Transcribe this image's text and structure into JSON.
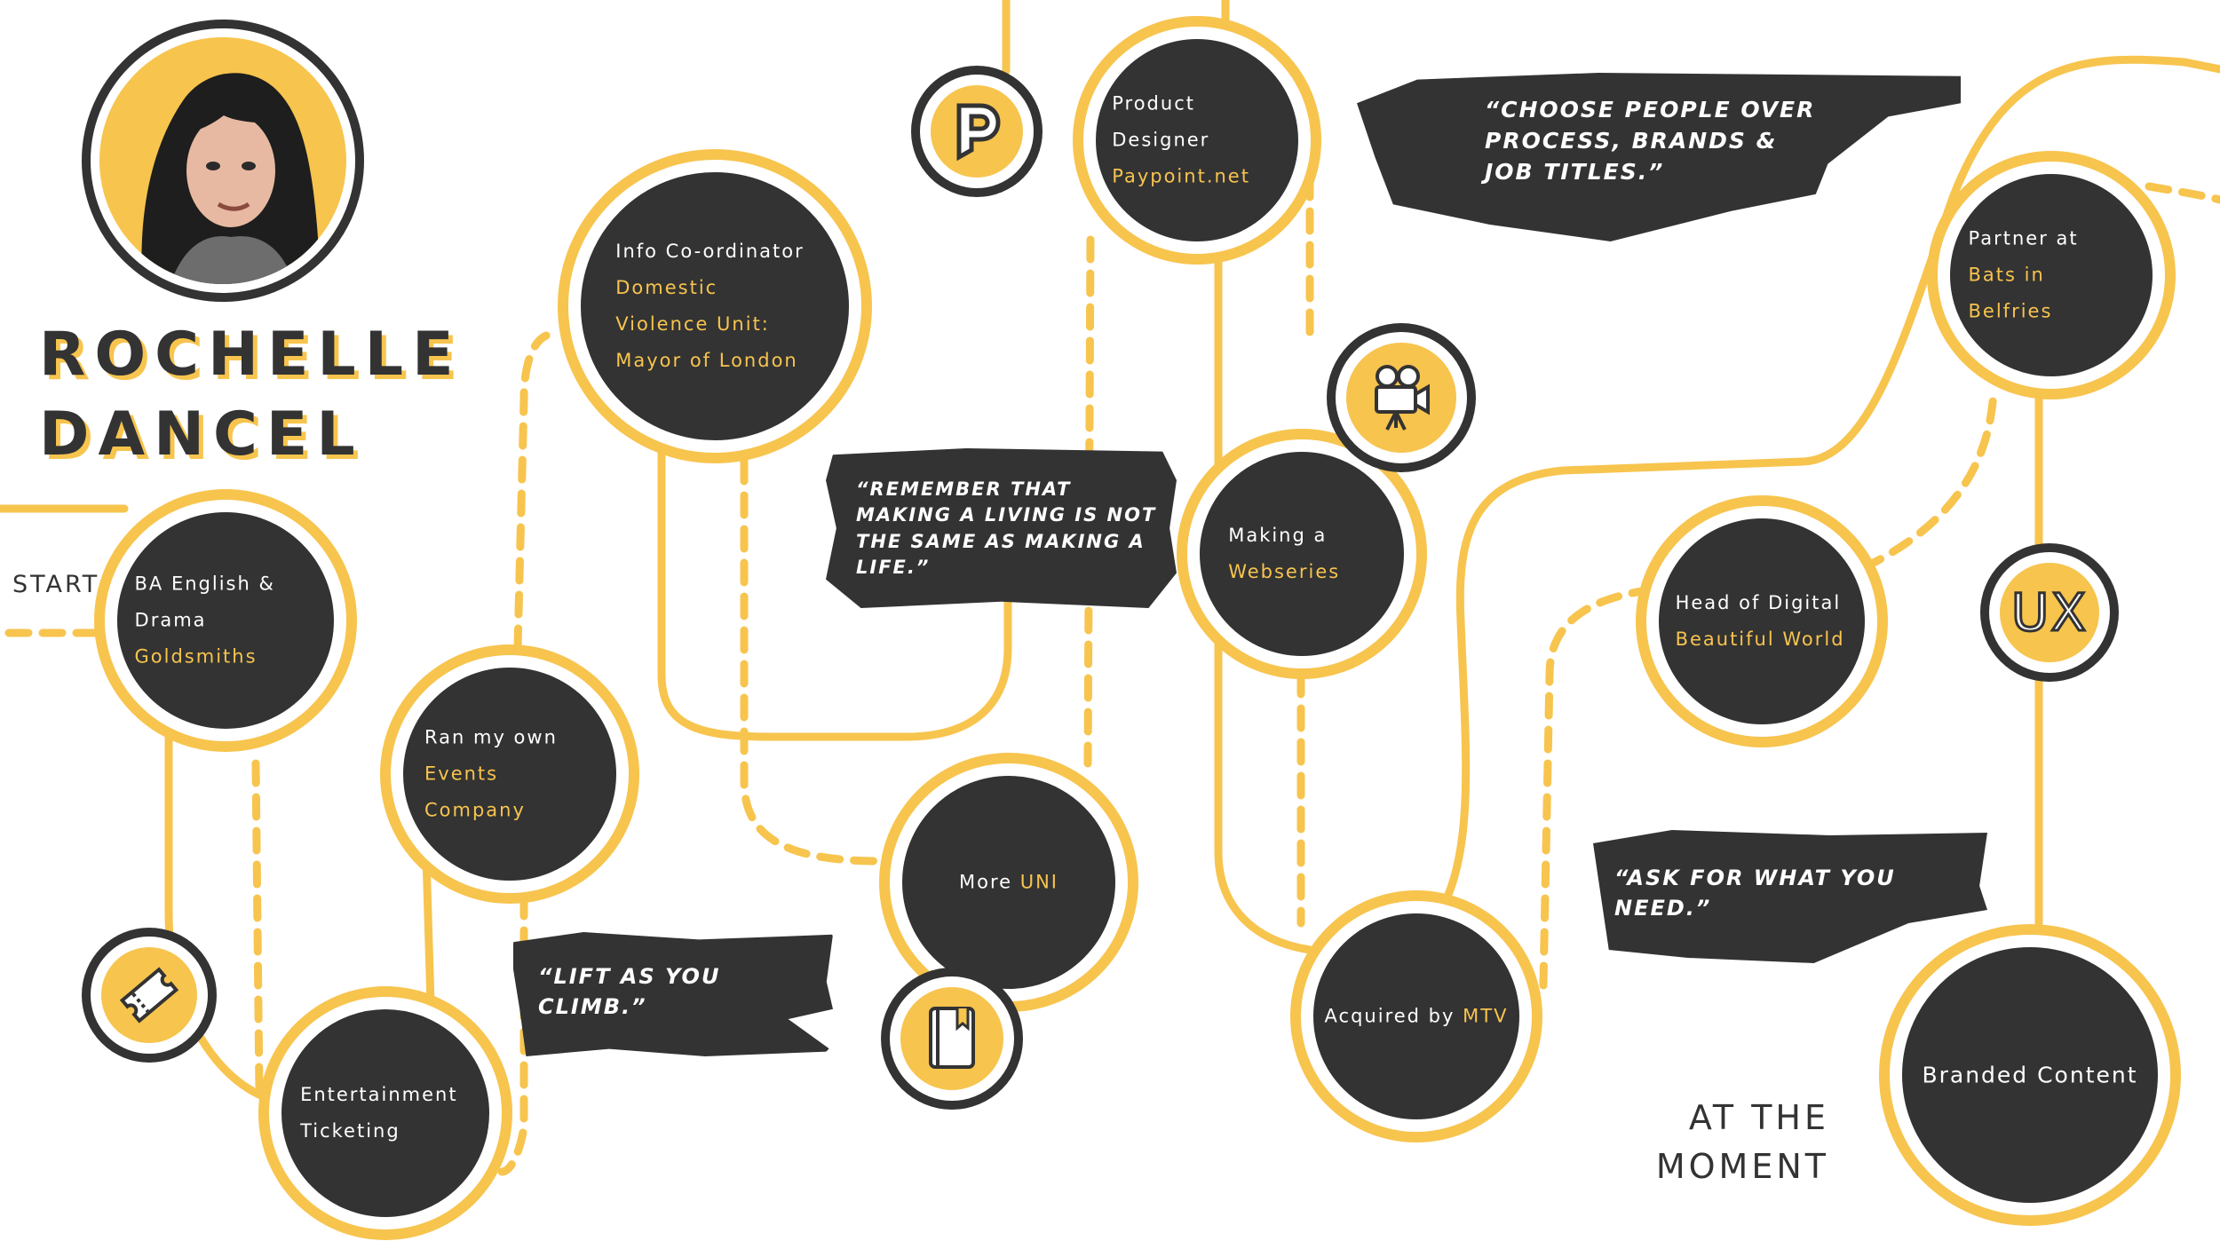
{
  "profile": {
    "name_line1": "ROCHELLE",
    "name_line2": "DANCEL"
  },
  "labels": {
    "start": "START",
    "at_the_moment_line1": "AT THE",
    "at_the_moment_line2": "MOMENT"
  },
  "nodes": {
    "ba": {
      "role": "BA English & Drama",
      "org": "Goldsmiths"
    },
    "entertainment": {
      "role": "Entertainment Ticketing",
      "org": ""
    },
    "events": {
      "role": "Ran my own",
      "org": "Events Company"
    },
    "info": {
      "role": "Info Co-ordinator",
      "org": "Domestic Violence Unit: Mayor of London"
    },
    "uni": {
      "role": "More",
      "org": "UNI"
    },
    "product": {
      "role": "Product Designer",
      "org": "Paypoint.net"
    },
    "webseries": {
      "role": "Making a",
      "org": "Webseries"
    },
    "mtv": {
      "role": "Acquired by",
      "org": "MTV"
    },
    "digital": {
      "role": "Head of Digital",
      "org": "Beautiful World"
    },
    "bats": {
      "role": "Partner at",
      "org": "Bats in Belfries"
    },
    "branded": {
      "role": "Branded Content",
      "org": ""
    }
  },
  "quotes": {
    "lift": "“LIFT AS YOU CLIMB.”",
    "remember": "“REMEMBER THAT MAKING A LIVING IS NOT THE SAME AS MAKING A LIFE.”",
    "choose": "“CHOOSE PEOPLE OVER PROCESS, BRANDS & JOB TITLES.”",
    "ask": "“ASK FOR WHAT YOU NEED.”"
  },
  "icons": {
    "ticket": "ticket-icon",
    "notebook": "notebook-icon",
    "paypoint": "paypoint-logo-icon",
    "camera": "film-camera-icon",
    "ux": "UX"
  },
  "colors": {
    "accent_yellow": "#f7c44e",
    "dark": "#333333",
    "background": "#ffffff"
  }
}
